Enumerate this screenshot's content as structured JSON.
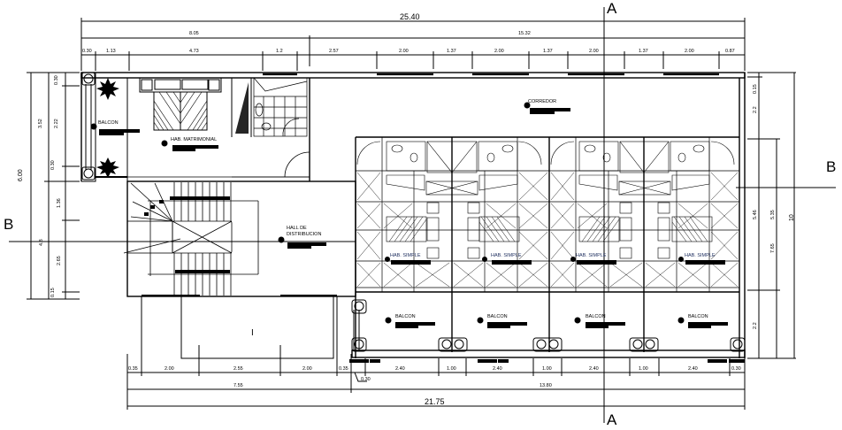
{
  "drawing": {
    "type": "architectural floor plan",
    "background": "#ffffff",
    "line_color": "#000000"
  },
  "section_markers": {
    "top_a": "A",
    "bottom_a": "A",
    "left_b": "B",
    "right_b": "B"
  },
  "dimensions_top": {
    "overall": "25.40",
    "group_left": "8.05",
    "group_right": "15.32",
    "segments": [
      "0.30",
      "1.13",
      "4.73",
      "1.2",
      "2.57",
      "2.00",
      "1.37",
      "2.00",
      "1.37",
      "2.00",
      "1.37",
      "2.00",
      "0.87"
    ]
  },
  "dimensions_bottom": {
    "overall": "21.75",
    "group_left": "7.55",
    "group_right": "13.80",
    "segments": [
      "0.35",
      "2.00",
      "2.55",
      "2.00",
      "0.35",
      "2.40",
      "1.00",
      "2.40",
      "1.00",
      "2.40",
      "1.00",
      "2.40",
      "0.30"
    ],
    "callout": "0.30"
  },
  "dimensions_left": {
    "overall": "6.00",
    "upper": "3.52",
    "lower": "4.8",
    "segments": [
      "0.30",
      "2.22",
      "0.30",
      "1.36",
      "2.65",
      "0.15"
    ]
  },
  "dimensions_right": {
    "overall": "10",
    "outer": "7.65",
    "mid": "5.46",
    "inner": "5.35",
    "segments": [
      "0.15",
      "2.2",
      "2.2"
    ]
  },
  "rooms": {
    "balcony_left": "BALCON",
    "master_bedroom": "HAB. MATRIMONIAL",
    "corridor": "CORREDOR",
    "hall_line1": "HALL DE",
    "hall_line2": "DISTRIBUCION",
    "single_rooms": [
      "HAB. SIMPLE",
      "HAB. SIMPLE",
      "HAB. SIMPLE",
      "HAB. SIMPLE"
    ],
    "balconies_bottom": [
      "BALCON",
      "BALCON",
      "BALCON",
      "BALCON"
    ],
    "void_mark": "I"
  }
}
